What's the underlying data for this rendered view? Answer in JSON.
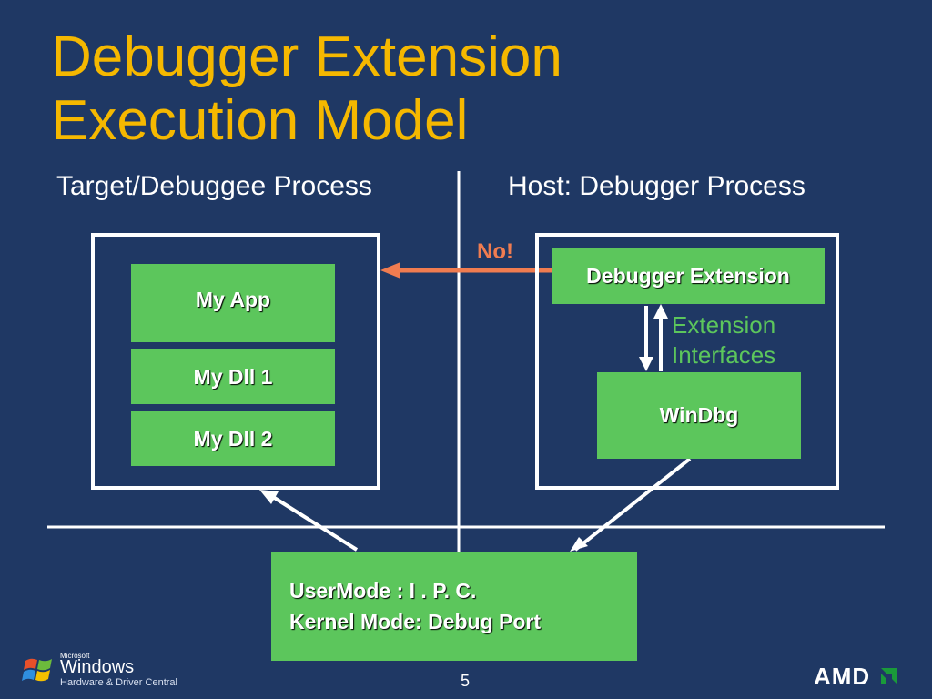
{
  "title": {
    "line1": "Debugger Extension",
    "line2": "Execution Model"
  },
  "left_heading": "Target/Debuggee Process",
  "right_heading": "Host:  Debugger Process",
  "target_boxes": {
    "app": "My App",
    "dll1": "My Dll 1",
    "dll2": "My Dll 2"
  },
  "host_boxes": {
    "extension": "Debugger Extension",
    "windbg": "WinDbg"
  },
  "no_label": "No!",
  "extension_interfaces": {
    "line1": "Extension",
    "line2": "Interfaces"
  },
  "ipc_box": {
    "line1": "UserMode : I . P. C.",
    "line2": "Kernel Mode: Debug Port"
  },
  "footer": {
    "page_number": "5",
    "windows_small": "Microsoft",
    "windows_big": "Windows",
    "windows_sub": "Hardware & Driver Central",
    "amd": "AMD"
  },
  "colors": {
    "background": "#1f3864",
    "title": "#f5b800",
    "box_green": "#5cc65c",
    "arrow_orange": "#f07c50",
    "line_white": "#ffffff"
  },
  "icons": [
    "windows-flag-icon",
    "amd-arrow-icon"
  ]
}
